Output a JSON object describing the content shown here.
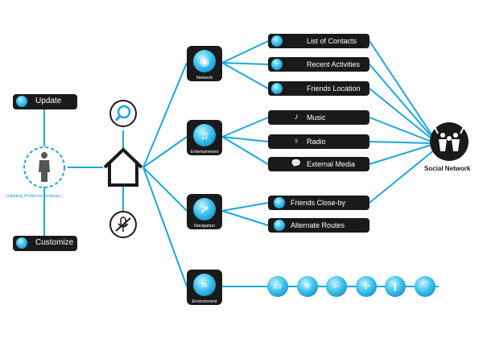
{
  "left": {
    "update_label": "Update",
    "customize_label": "Customize",
    "status_text": "Initiating Preferred Settings..."
  },
  "categories": {
    "network": "Network",
    "entertainment": "Entertainment",
    "navigation": "Navigation",
    "environment": "Environment"
  },
  "items": {
    "contacts": "List of Contacts",
    "recent": "Recent Activities",
    "friends_location": "Friends Location",
    "music": "Music",
    "radio": "Radio",
    "external_media": "External Media",
    "friends_closeby": "Friends Close-by",
    "alternate_routes": "Alternate Routes"
  },
  "social_network_label": "Social Network",
  "colors": {
    "accent": "#1aa7e0",
    "dark": "#1a1a1a"
  },
  "icons": {
    "network": "rss-icon",
    "entertainment": "music-notes-icon",
    "navigation": "compass-icon",
    "environment": "cloud-icon",
    "search": "magnifier-icon",
    "home": "house-icon",
    "mic": "muted-microphone-icon",
    "person": "person-silhouette-icon",
    "social": "people-group-icon",
    "env_row": [
      "battery-icon",
      "sun-icon",
      "seat-icon",
      "fan-icon",
      "thermometer-icon",
      "wiper-icon"
    ]
  }
}
